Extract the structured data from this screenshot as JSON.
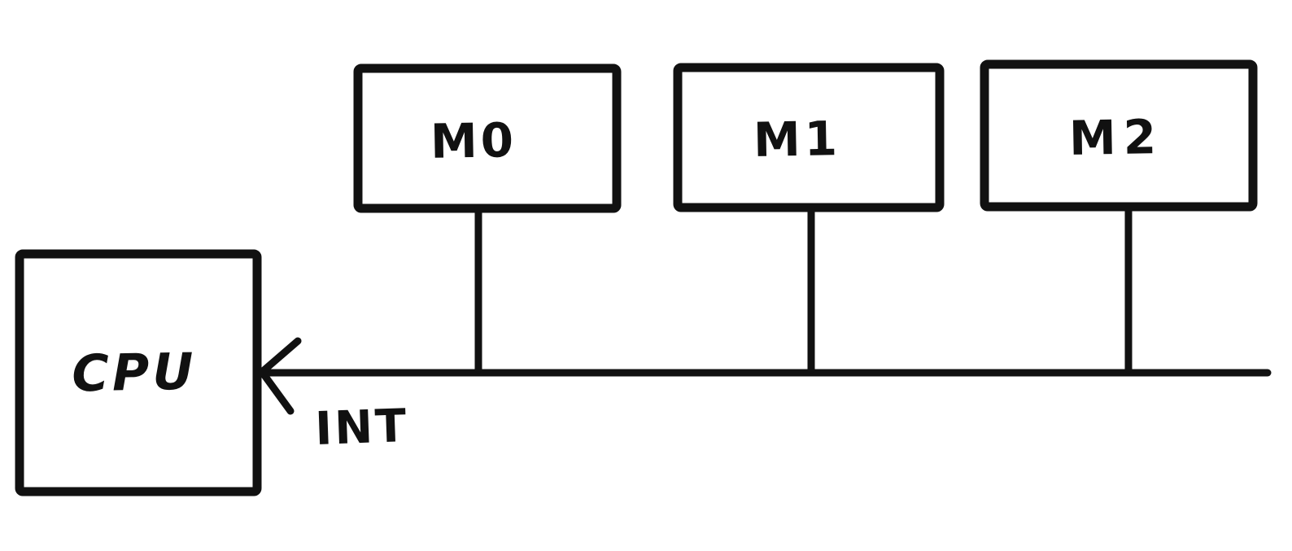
{
  "diagram": {
    "background_color": "#ffffff",
    "ink_color": "#111111",
    "nodes": {
      "cpu": {
        "label": "CPU"
      },
      "m0": {
        "label": "M0"
      },
      "m1": {
        "label": "M1"
      },
      "m2": {
        "label": "M2"
      }
    },
    "bus": {
      "label": "INT"
    }
  }
}
